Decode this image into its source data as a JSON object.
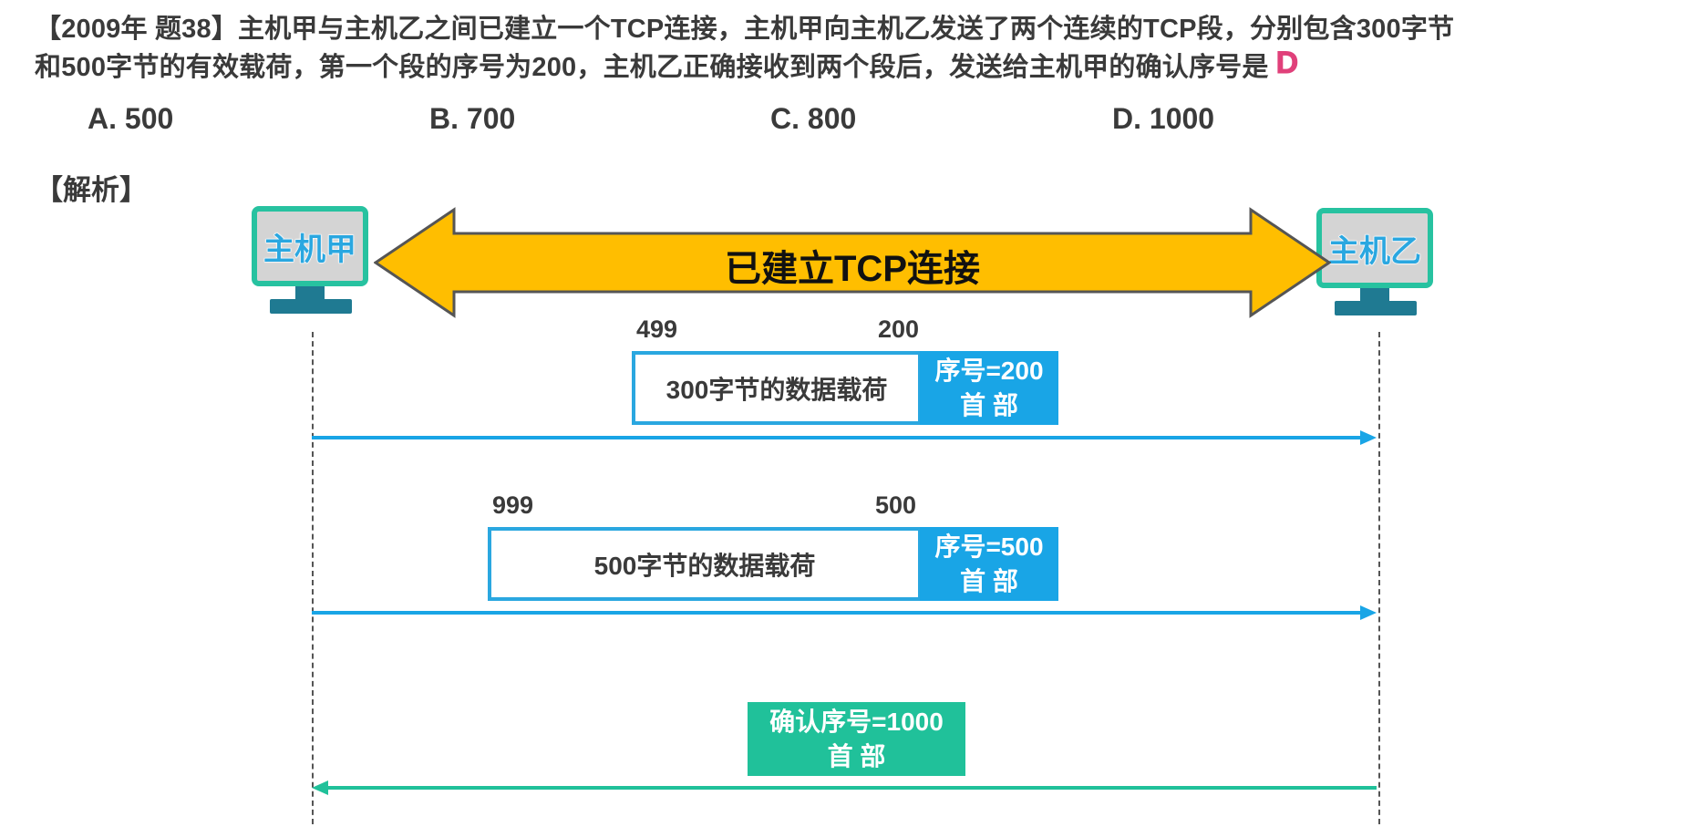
{
  "question": {
    "line1": "【2009年 题38】主机甲与主机乙之间已建立一个TCP连接，主机甲向主机乙发送了两个连续的TCP段，分别包含300字节",
    "line2": "和500字节的有效载荷，第一个段的序号为200，主机乙正确接收到两个段后，发送给主机甲的确认序号是",
    "answer": "D"
  },
  "options": [
    {
      "label": "A. 500"
    },
    {
      "label": "B. 700"
    },
    {
      "label": "C. 800"
    },
    {
      "label": "D. 1000"
    }
  ],
  "analysis_label": "【解析】",
  "diagram": {
    "host_a": "主机甲",
    "host_b": "主机乙",
    "connection_label": "已建立TCP连接",
    "segment1": {
      "start_num": "499",
      "end_num": "200",
      "payload": "300字节的数据载荷",
      "header_seq": "序号=200",
      "header_label": "首 部"
    },
    "segment2": {
      "start_num": "999",
      "end_num": "500",
      "payload": "500字节的数据载荷",
      "header_seq": "序号=500",
      "header_label": "首 部"
    },
    "ack": {
      "ack_seq": "确认序号=1000",
      "header_label": "首 部"
    }
  },
  "colors": {
    "answer": "#e0407a",
    "host_border": "#27c2a0",
    "host_text": "#2aa7e0",
    "connection_arrow": "#ffbe00",
    "segment_header": "#19a5e6",
    "segment_arrow": "#19a5e6",
    "ack_header": "#20c19a",
    "ack_arrow": "#20c19a"
  }
}
